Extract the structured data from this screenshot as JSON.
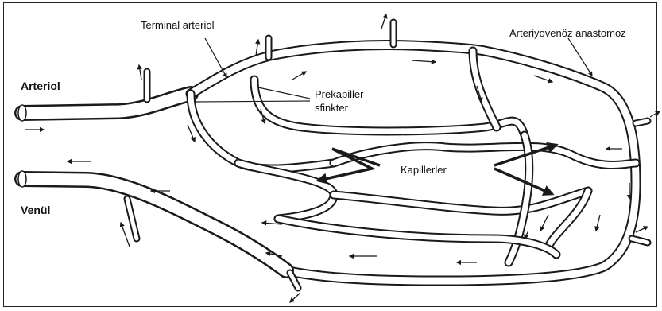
{
  "labels": {
    "terminal_arteriol": "Terminal arteriol",
    "arteriyovenoz": "Arteriyovenöz anastomoz",
    "arteriol": "Arteriol",
    "prekapiller_line1": "Prekapiller",
    "prekapiller_line2": "sfinkter",
    "kapillerler": "Kapillerler",
    "venul": "Venül"
  },
  "colors": {
    "ink": "#1a1a1a",
    "background": "#ffffff"
  }
}
